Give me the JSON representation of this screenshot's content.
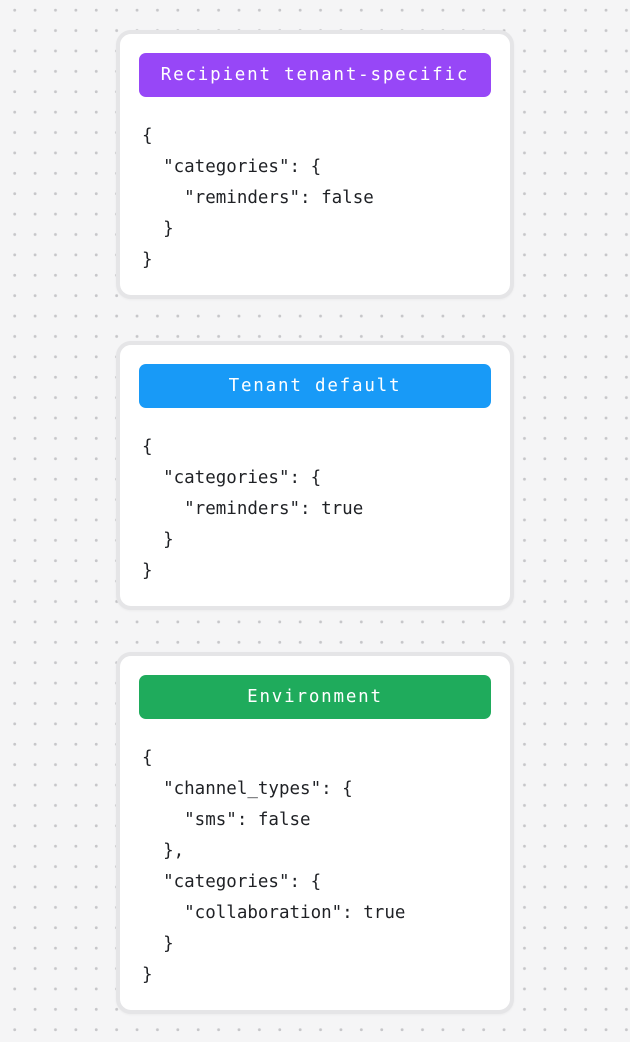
{
  "page": {
    "background_color": "#f5f5f6",
    "dot_color": "#c6c6c9",
    "card_border_color": "#e5e5e7"
  },
  "cards": [
    {
      "badge": {
        "label": "Recipient tenant-specific",
        "color": "#9747f7"
      },
      "code_lines": [
        "{",
        "  \"categories\": {",
        "    \"reminders\": false",
        "  }",
        "}"
      ]
    },
    {
      "badge": {
        "label": "Tenant default",
        "color": "#189af7"
      },
      "code_lines": [
        "{",
        "  \"categories\": {",
        "    \"reminders\": true",
        "  }",
        "}"
      ]
    },
    {
      "badge": {
        "label": "Environment",
        "color": "#1fab5c"
      },
      "code_lines": [
        "{",
        "  \"channel_types\": {",
        "    \"sms\": false",
        "  },",
        "  \"categories\": {",
        "    \"collaboration\": true",
        "  }",
        "}"
      ]
    }
  ]
}
